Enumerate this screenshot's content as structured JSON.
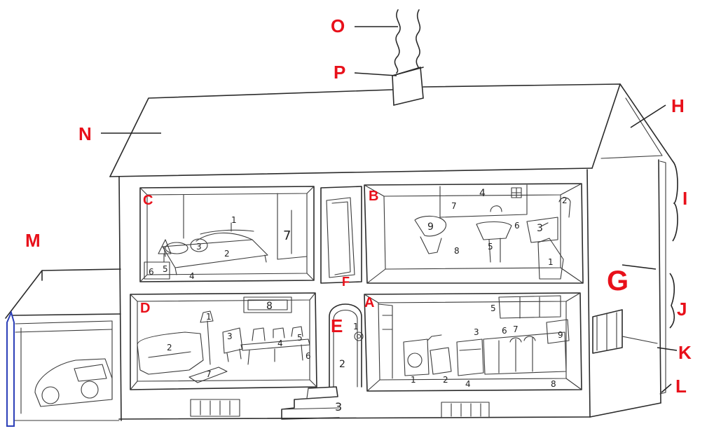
{
  "label_color": "#e8101a",
  "gutter_color": "#2c3fb8",
  "labels": {
    "O": "O",
    "P": "P",
    "N": "N",
    "H": "H",
    "I": "I",
    "M": "M",
    "G": "G",
    "J": "J",
    "K": "K",
    "L": "L",
    "A": "A",
    "B": "B",
    "C": "C",
    "D": "D",
    "E": "E",
    "F": "F"
  },
  "bedroom_numbers": [
    "1",
    "2",
    "3",
    "4",
    "5",
    "6",
    "7"
  ],
  "bathroom_numbers": [
    "1",
    "2",
    "3",
    "4",
    "5",
    "6",
    "7",
    "8",
    "9"
  ],
  "living_numbers": [
    "1",
    "2",
    "3",
    "4",
    "5",
    "6",
    "7",
    "8"
  ],
  "kitchen_numbers": [
    "1",
    "2",
    "3",
    "4",
    "5",
    "6",
    "7",
    "8",
    "9"
  ],
  "door_numbers": [
    "1",
    "2",
    "3"
  ]
}
